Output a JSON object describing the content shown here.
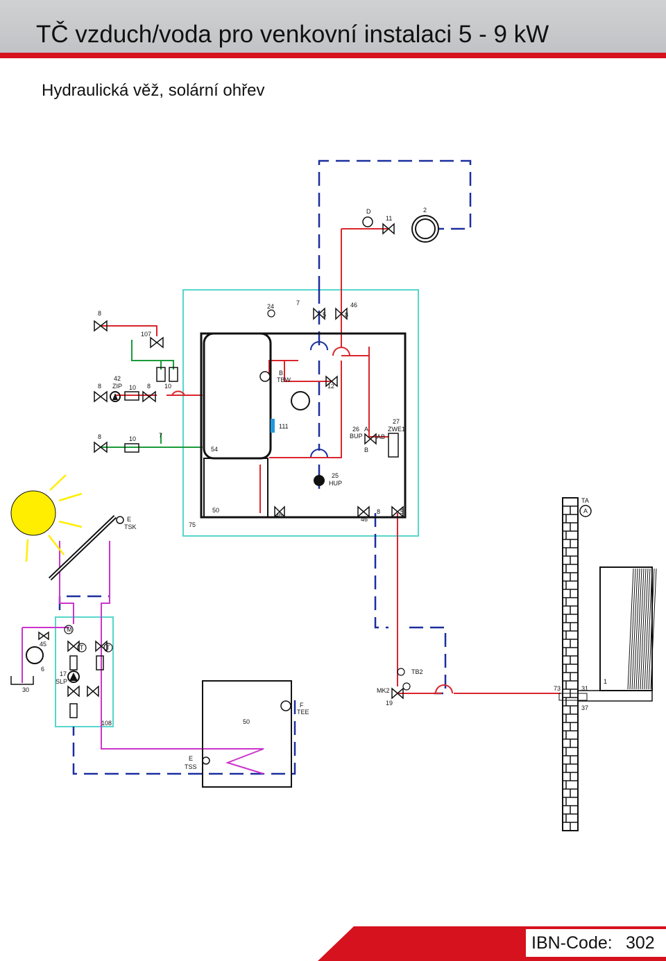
{
  "header": {
    "title": "TČ vzduch/voda pro venkovní instalaci  5 - 9 kW",
    "subtitle": "Hydraulická věž, solární ohřev"
  },
  "footer": {
    "ibn_label": "IBN-Code:",
    "ibn_value": "302"
  },
  "colors": {
    "hot_line": "#d9252b",
    "return_line": "#1a2e9e",
    "solar_line": "#cc33cc",
    "cold_line": "#1a9a3a",
    "frame": "#55d6cc",
    "accent": "#d5121e"
  },
  "labels": {
    "l8a": "8",
    "l107": "107",
    "l42": "42",
    "lzip": "ZIP",
    "l10a": "10",
    "l8b": "8",
    "l8c": "8",
    "l10b": "10",
    "l8d": "8",
    "l10c": "10",
    "l7a": "7",
    "l54": "54",
    "l24": "24",
    "l7b": "7",
    "l5a": "5",
    "l8e": "8",
    "l46a": "46",
    "lB": "B",
    "lTBW": "TBW",
    "l12": "12",
    "l111": "111",
    "l26": "26",
    "lBUP": "BUP",
    "lA": "A",
    "lAB": "AB",
    "lBb": "B",
    "l27": "27",
    "lZWE1": "ZWE1",
    "l25": "25",
    "lHUP": "HUP",
    "l50a": "50",
    "l46b": "46",
    "l75": "75",
    "l46c": "46",
    "l8f": "8",
    "l5b": "5",
    "lD": "D",
    "l11": "11",
    "l2": "2",
    "lE1": "E",
    "lTSK": "TSK",
    "lTA": "TA",
    "lAcirc": "A",
    "lM": "M",
    "l45": "45",
    "l6": "6",
    "l17": "17",
    "lSLP": "SLP",
    "l30": "30",
    "l108": "108",
    "l50b": "50",
    "lF": "F",
    "lTEE": "TEE",
    "lE2": "E",
    "lTSS": "TSS",
    "lTB2": "TB2",
    "lMK2": "MK2",
    "l19": "19",
    "l73": "73",
    "l31": "31",
    "l1": "1",
    "l37": "37",
    "lT1": "T",
    "lT2": "T"
  }
}
